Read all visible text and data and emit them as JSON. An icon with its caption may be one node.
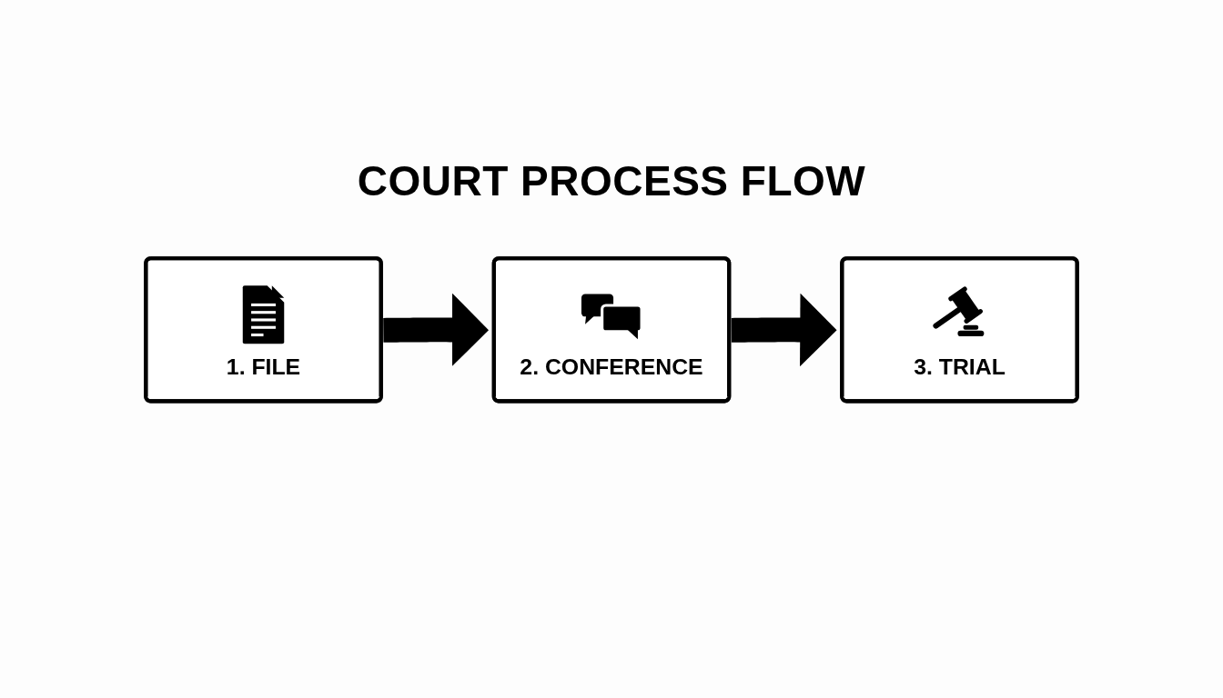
{
  "diagram": {
    "title": "COURT PROCESS FLOW",
    "nodes": [
      {
        "text": [
          "1. FILE"
        ]
      },
      {
        "text": [
          "2. CONFERENCE"
        ]
      },
      {
        "text": [
          "3. TRIAL"
        ]
      }
    ],
    "edges": [
      {
        "from": 0,
        "to": 1,
        "arrow": "to"
      },
      {
        "from": 1,
        "to": 2,
        "arrow": "to"
      }
    ]
  }
}
